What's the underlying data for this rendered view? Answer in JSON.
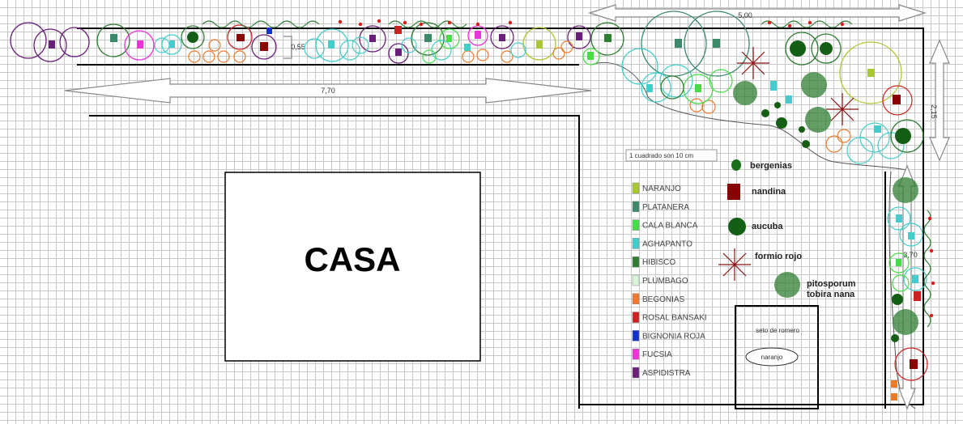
{
  "house": {
    "label": "CASA"
  },
  "dimensions": {
    "top": "5,00",
    "left": "7,70",
    "small": "0,55",
    "right_top": "2,15",
    "right_side": "3,70"
  },
  "scale_note": "1 cuadrado son 10 cm",
  "legend": [
    {
      "label": "NARANJO",
      "color": "#a8c832"
    },
    {
      "label": "PLATANERA",
      "color": "#3a8a6a"
    },
    {
      "label": "CALA BLANCA",
      "color": "#44dd44"
    },
    {
      "label": "AGHAPANTO",
      "color": "#44cccc"
    },
    {
      "label": "HIBISCO",
      "color": "#2e7d32"
    },
    {
      "label": "PLUMBAGO",
      "color": "#d9f5d9"
    },
    {
      "label": "BEGONIAS",
      "color": "#f07a2a"
    },
    {
      "label": "ROSAL BANSAKI",
      "color": "#cc2222"
    },
    {
      "label": "BIGNONIA ROJA",
      "color": "#1133cc"
    },
    {
      "label": "FUCSIA",
      "color": "#ee33dd"
    },
    {
      "label": "ASPIDISTRA",
      "color": "#6a1f7a"
    }
  ],
  "symbols": {
    "bergenias": "bergenias",
    "nandina": "nandina",
    "aucuba": "aucuba",
    "formio": "formio rojo",
    "pitosporum_1": "pitosporum",
    "pitosporum_2": "tobira nana"
  },
  "hedge_label": "seto de romero",
  "orange_tree_label": "naranjo",
  "colors": {
    "wall": "#000000",
    "arrow_stroke": "#888888",
    "grid": "#c8c8c8"
  }
}
